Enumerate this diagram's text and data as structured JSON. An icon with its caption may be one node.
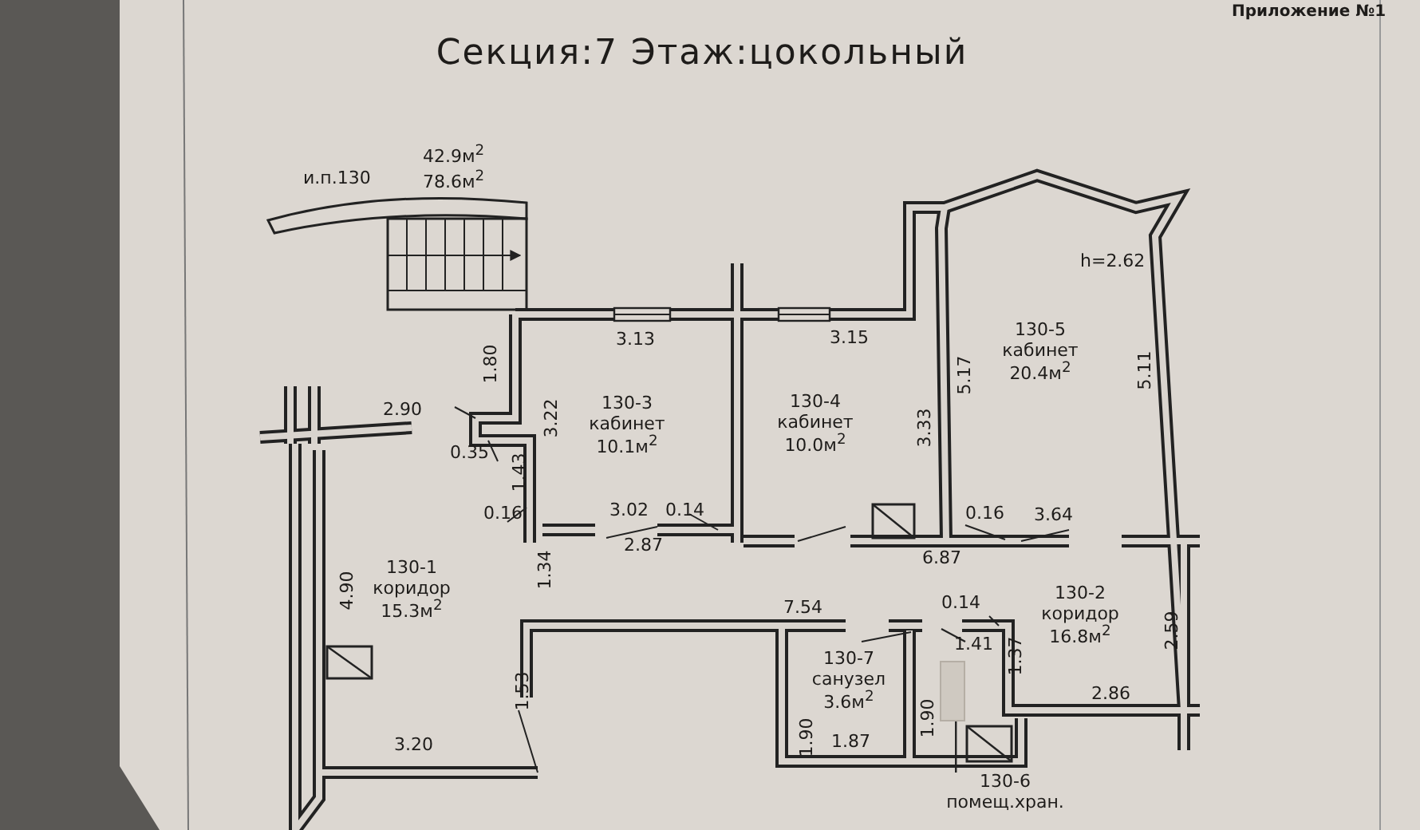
{
  "diagram": {
    "title": "Секция:7 Этаж:цокольный",
    "nodes": [
      {
        "text": [
          "130-3 кабинет 10.1м$^{2}$"
        ]
      },
      {
        "text": [
          "130-4 кабинет 10.0м$^{2}$"
        ]
      },
      {
        "text": [
          "130-5 кабинет 20.4м$^{2}$"
        ]
      },
      {
        "text": [
          "130-1 коридор 15.3м$^{2}$"
        ]
      },
      {
        "text": [
          "130-2 коридор 16.8м$^{2}$"
        ]
      },
      {
        "text": [
          "130-7 санузел 3.6м$^{2}$"
        ]
      },
      {
        "text": [
          "130-6 помещ.хран."
        ]
      },
      {
        "text": [],
        "shape": "box"
      }
    ],
    "edges": [
      {
        "from": 6,
        "to": 7,
        "arrow": "none"
      }
    ],
    "labels": [
      "Приложение №1",
      "42.9м$^{2}$",
      "и.п.130",
      "78.6м$^{2}$",
      "h=2.62",
      "1.80",
      "3.13",
      "3.15",
      "5.17",
      "5.11",
      "2.90",
      "3.22",
      "3.33",
      "0.35",
      "1.43",
      "0.16",
      "3.02",
      "0.14",
      "0.16",
      "3.64",
      "2.87",
      "6.87",
      "4.90",
      "1.34",
      "7.54",
      "0.14",
      "1.41",
      "1.37",
      "2.59",
      "2.86",
      "1.53",
      "3.20",
      "1.90",
      "1.87",
      "1.90"
    ]
  }
}
